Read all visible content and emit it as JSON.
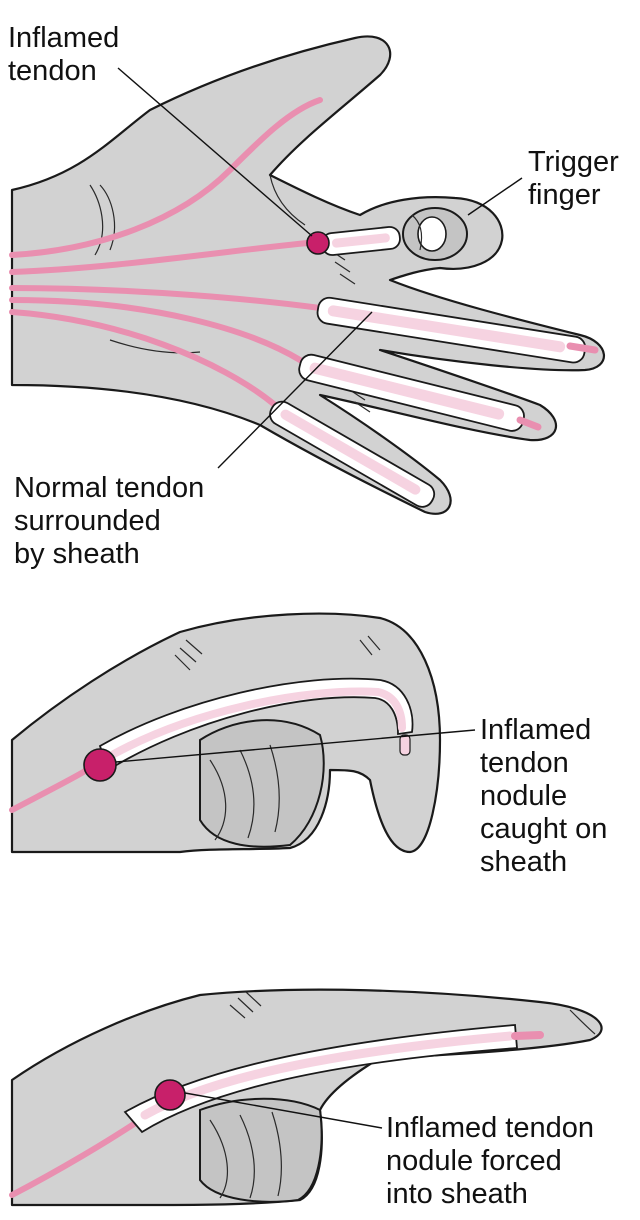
{
  "colors": {
    "skin": "#d2d2d2",
    "tendon": "#e98fb0",
    "nodule": "#c8206a",
    "sheath": "#ffffff",
    "sheath_inner": "#f6d3e1"
  },
  "labels": {
    "inflamed_tendon": "Inflamed\ntendon",
    "trigger_finger": "Trigger\nfinger",
    "normal_tendon": "Normal tendon\nsurrounded\nby sheath",
    "caught_nodule": "Inflamed\ntendon\nnodule\ncaught on\nsheath",
    "forced_nodule": "Inflamed tendon\nnodule forced\ninto sheath"
  }
}
